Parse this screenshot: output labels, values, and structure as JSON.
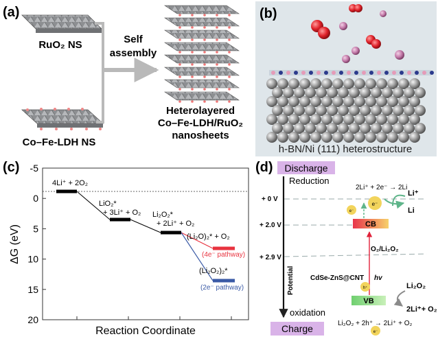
{
  "panel_a": {
    "label": "(a)",
    "ruo2": "RuO₂ NS",
    "ldh": "Co–Fe-LDH NS",
    "self_assembly_1": "Self",
    "self_assembly_2": "assembly",
    "product_1": "Heterolayered",
    "product_2": "Co–Fe-LDH/RuO₂",
    "product_3": "nanosheets"
  },
  "panel_b": {
    "label": "(b)",
    "caption": "h-BN/Ni (111) heterostructure"
  },
  "panel_c": {
    "label": "(c)",
    "chart_data": {
      "type": "line",
      "xlabel": "Reaction Coordinate",
      "ylabel": "ΔG (eV)",
      "ylim": [
        20,
        -5
      ],
      "yticks": [
        "-5",
        "0",
        "5",
        "10",
        "15",
        "20"
      ],
      "reference_line_y": 0,
      "levels": [
        {
          "label": "4Li⁺ + 2O₂",
          "x": 1,
          "y": 0
        },
        {
          "label": "LiO₂* + 3Li⁺ + O₂",
          "x": 2,
          "y": 4.5
        },
        {
          "label": "Li₂O₂* + 2Li⁺ + O₂",
          "x": 3,
          "y": 6.5
        },
        {
          "label": "(Li₂O)₂* + O₂",
          "x": 4,
          "y": 9
        },
        {
          "label": "(Li₂O₂)₂*",
          "x": 4,
          "y": 14
        }
      ],
      "pathways": [
        {
          "name": "(4e⁻ pathway)",
          "color": "#e8333f"
        },
        {
          "name": "(2e⁻ pathway)",
          "color": "#3a5aa6"
        }
      ]
    },
    "annotations": {
      "l1": "4Li⁺ + 2O₂",
      "l2a": "LiO₂*",
      "l2b": "+ 3Li⁺ + O₂",
      "l3a": "Li₂O₂*",
      "l3b": "+ 2Li⁺ + O₂",
      "l4": "(Li₂O)₂* + O₂",
      "p4": "(4e⁻ pathway)",
      "l5": "(Li₂O₂)₂*",
      "p5": "(2e⁻ pathway)"
    },
    "colors": {
      "red": "#e8333f",
      "blue": "#3a5aa6"
    }
  },
  "panel_d": {
    "label": "(d)",
    "discharge": "Discharge",
    "charge": "Charge",
    "reduction": "Reduction",
    "oxidation": "oxidation",
    "potential": "Potential",
    "v0": "+ 0 V",
    "v2": "+ 2.0 V",
    "v29": "+ 2.9 V",
    "rxn_top": "2Li⁺ + 2e⁻ → 2Li",
    "li_plus": "Li⁺",
    "li": "Li",
    "o2_li2o2": "O₂/Li₂O₂",
    "material": "CdSe-ZnS@CNT",
    "hv": "hv",
    "cb": "CB",
    "vb": "VB",
    "li2o2": "Li₂O₂",
    "product": "2Li⁺+ O₂",
    "rxn_bottom": "Li₂O₂ + 2h⁺ → 2Li⁺ + O₂",
    "electron": "e⁻",
    "hole": "h⁺",
    "colors": {
      "lilac": "#d9b3e8",
      "cb": "#f06a7a",
      "vb": "#7ed47e",
      "electron": "#f2d45c"
    }
  }
}
